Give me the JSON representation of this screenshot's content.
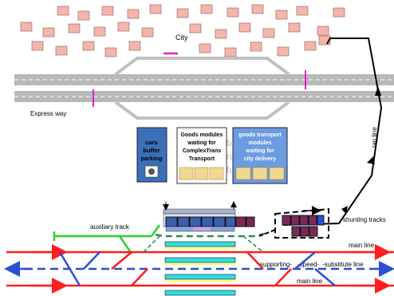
{
  "labels": {
    "city": "City",
    "expressway": "Express way",
    "tap_line": "tap line",
    "auxiliary_track": "auxiliary track",
    "shunting_tracks": "shunting tracks",
    "main_line_top": "main line",
    "main_line_bottom": "main line",
    "supporting": "supporting-",
    "speed": "-speed-",
    "substitute": "-substitute line"
  },
  "boxes": {
    "buffer": {
      "line1": "cars",
      "line2": "buffer",
      "line3": "parking"
    },
    "complextrans": {
      "line1": "Goods modules",
      "line2": "waiting for",
      "line3": "ComplexTrans",
      "line4": "Transport"
    },
    "city_delivery": {
      "line1": "goods transport",
      "line2": "modules",
      "line3": "waiting for",
      "line4": "city delivery"
    }
  },
  "colors": {
    "city_block": "#f4b6ac",
    "road": "#b8b8b8",
    "main_line": "#ff1e1e",
    "supporting_line": "#2a4fd6",
    "auxiliary": "#2bd12b",
    "platform": "#33dddd",
    "buffer_box": "#3c6fb8",
    "delivery_box": "#6b9be0",
    "magenta_marker": "#e020c8"
  }
}
